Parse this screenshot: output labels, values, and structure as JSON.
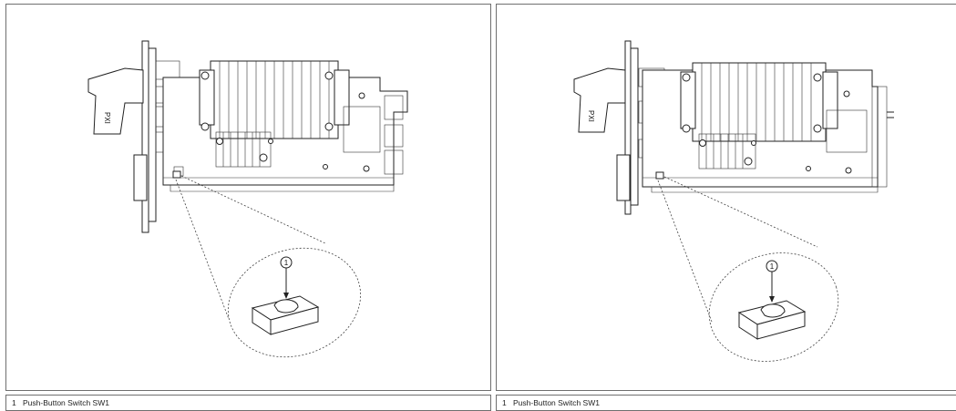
{
  "left_panel": {
    "callout_number": "1",
    "legend": {
      "number": "1",
      "label": "Push-Button Switch SW1"
    }
  },
  "right_panel": {
    "callout_number": "1",
    "legend": {
      "number": "1",
      "label": "Push-Button Switch SW1"
    }
  }
}
